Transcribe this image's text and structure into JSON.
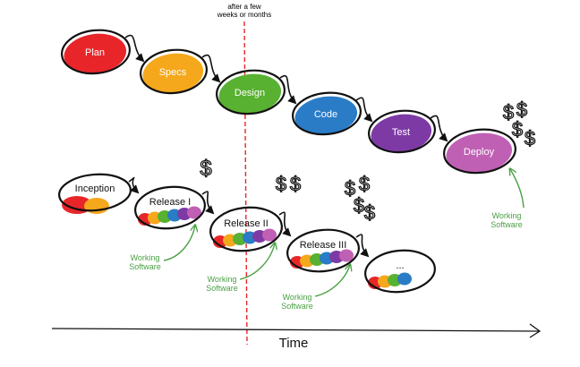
{
  "annotation": {
    "line1": "after a few",
    "line2": "weeks or months"
  },
  "waterfall": {
    "stages": [
      {
        "label": "Plan",
        "color": "#e8262a"
      },
      {
        "label": "Specs",
        "color": "#f5a81c"
      },
      {
        "label": "Design",
        "color": "#58b131"
      },
      {
        "label": "Code",
        "color": "#2a7cc7"
      },
      {
        "label": "Test",
        "color": "#7d3aa5"
      },
      {
        "label": "Deploy",
        "color": "#c060b4"
      }
    ]
  },
  "agile": {
    "inception": {
      "label": "Inception"
    },
    "releases": [
      {
        "label": "Release I"
      },
      {
        "label": "Release II"
      },
      {
        "label": "Release III"
      },
      {
        "label": "..."
      }
    ],
    "rainbow": [
      "#e8262a",
      "#f5a81c",
      "#58b131",
      "#2a7cc7",
      "#7d3aa5",
      "#c060b4"
    ],
    "inception_colors": [
      "#e8262a",
      "#f5a81c"
    ]
  },
  "money_symbol": "$",
  "working_software": {
    "line1": "Working",
    "line2": "Software",
    "color": "#4aa043"
  },
  "axis": {
    "label": "Time"
  },
  "colors": {
    "dashed_line": "#e8262a",
    "ink": "#111111"
  }
}
